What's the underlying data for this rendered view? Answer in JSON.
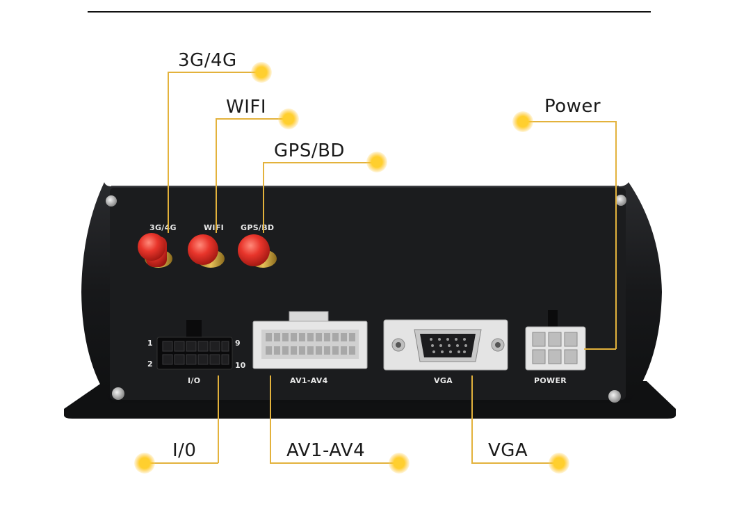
{
  "callouts": {
    "top_left": [
      "3G/4G",
      "WIFI",
      "GPS/BD"
    ],
    "power": "Power",
    "bottom": [
      "I/0",
      "AV1-AV4",
      "VGA"
    ]
  },
  "panel_labels": {
    "antennas": [
      "3G/4G",
      "WIFI",
      "GPS/BD"
    ],
    "io": "I/O",
    "av": "AV1-AV4",
    "vga": "VGA",
    "power": "POWER"
  },
  "pin_numbers": {
    "top_left": "1",
    "bottom_left": "2",
    "top_right": "9",
    "bottom_right": "10"
  },
  "colors": {
    "accent": "#f5b800",
    "leader_line": "#e3b23c",
    "device_body": "#1c1c1e",
    "antenna": "#e5332a"
  }
}
